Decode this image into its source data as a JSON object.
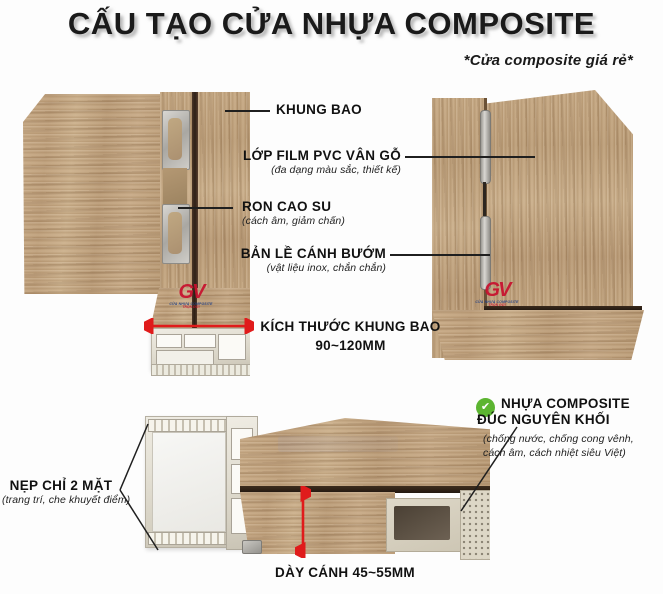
{
  "header": {
    "title": "CẤU TẠO CỬA NHỰA COMPOSITE",
    "subtitle": "*Cửa composite giá rẻ*"
  },
  "colors": {
    "accent_red": "#e01b1b",
    "accent_green": "#5cb531",
    "text": "#111111",
    "background": "#fdfdfd",
    "wood": "#bb9b76",
    "pvc_white": "#e8e4da"
  },
  "callouts": {
    "frame": {
      "title": "KHUNG BAO",
      "note": ""
    },
    "pvc_film": {
      "title": "LỚP FILM PVC VÂN GỖ",
      "note": "(đa dạng màu sắc, thiết kế)"
    },
    "rubber_gasket": {
      "title": "RON CAO SU",
      "note": "(cách âm, giảm chấn)"
    },
    "butterfly_hinge": {
      "title": "BẢN LỀ CÁNH BƯỚM",
      "note": "(vật liệu inox, chắn chắn)"
    },
    "frame_size": {
      "title": "KÍCH THƯỚC KHUNG BAO",
      "value": "90~120MM"
    },
    "trim": {
      "title": "NẸP CHỈ 2 MẶT",
      "note": "(trang trí, che khuyết điểm)"
    },
    "composite": {
      "title_line1": "NHỰA COMPOSITE",
      "title_line2": "ĐÚC NGUYÊN KHỐI",
      "note_line1": "(chống nước, chống cong vênh,",
      "note_line2": "cách âm, cách nhiệt siêu Việt)"
    },
    "leaf_thickness": {
      "title": "DÀY CÁNH 45~55MM"
    }
  },
  "watermark": {
    "initials": "GV",
    "line1": "GIA VIỆT",
    "line2": "CỬA NHỰA COMPOSITE",
    "line3": "TRỌN ĐỜI"
  },
  "icons": {
    "check": "✔"
  }
}
